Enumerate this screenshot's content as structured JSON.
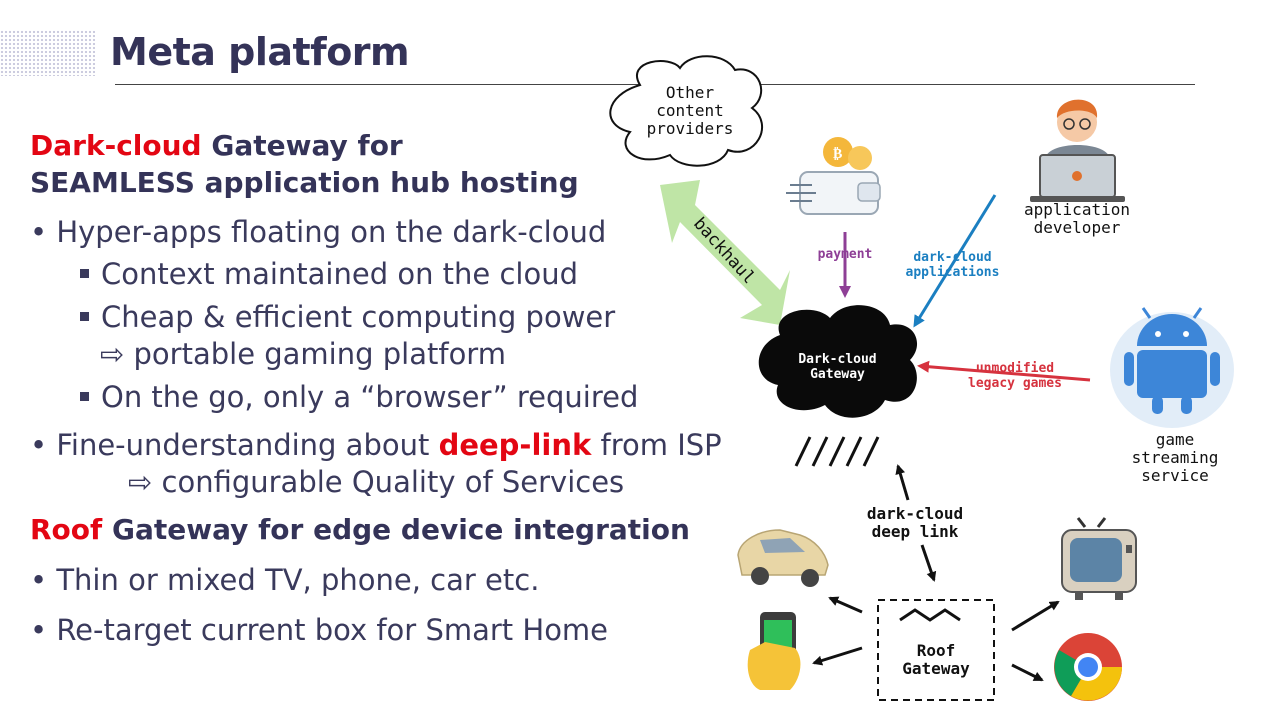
{
  "slide": {
    "title": "Meta platform",
    "section1": {
      "heading_red": "Dark-cloud",
      "heading_rest": " Gateway for",
      "heading_line2": "SEAMLESS application hub hosting",
      "bullets": [
        "Hyper-apps floating on the dark-cloud",
        "Context maintained on the cloud",
        "Cheap & efficient computing power",
        "⇨ portable gaming platform",
        "On the go, only a “browser” required"
      ],
      "deeplink_pre": "Fine-understanding about ",
      "deeplink_word": "deep-link",
      "deeplink_post": " from ISP",
      "deeplink_line2": "⇨ configurable Quality of Services"
    },
    "section2": {
      "heading_red": "Roof",
      "heading_rest": " Gateway for edge device integration",
      "bullets": [
        "Thin or mixed TV, phone, car etc.",
        "Re-target current box for Smart Home"
      ]
    }
  },
  "diagram": {
    "other_providers": [
      "Other",
      "content",
      "providers"
    ],
    "backhaul": "backhaul",
    "payment": "payment",
    "dark_cloud_apps": [
      "dark-cloud",
      "applications"
    ],
    "app_developer": [
      "application",
      "developer"
    ],
    "dark_cloud_gateway": [
      "Dark-cloud",
      "Gateway"
    ],
    "unmodified_games": [
      "unmodified",
      "legacy games"
    ],
    "game_streaming": [
      "game",
      "streaming",
      "service"
    ],
    "deep_link": [
      "dark-cloud",
      "deep link"
    ],
    "roof_gateway": [
      "Roof",
      "Gateway"
    ],
    "colors": {
      "payment": "#8e3f96",
      "apps": "#1b7fc1",
      "games": "#d6323e",
      "backhaul": "#bfe5a6"
    },
    "icons": [
      "wallet-icon",
      "developer-icon",
      "android-icon",
      "car-icon",
      "phone-icon",
      "tv-icon",
      "chrome-icon",
      "roof-icon"
    ]
  }
}
